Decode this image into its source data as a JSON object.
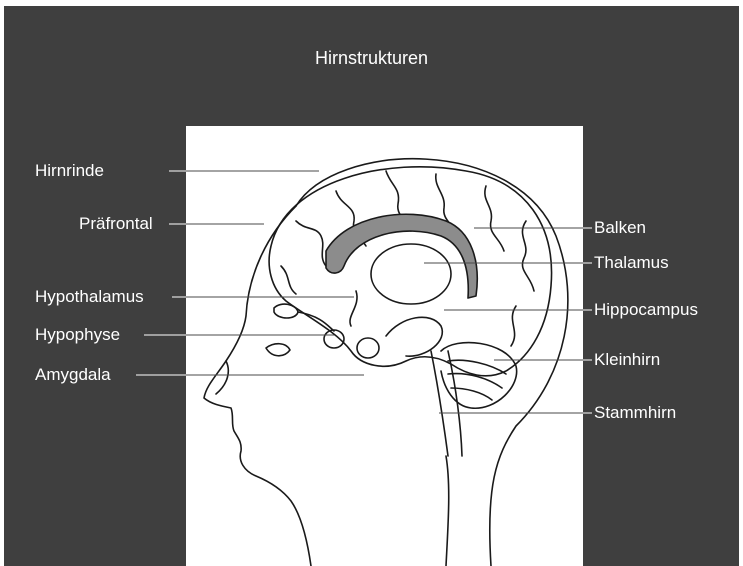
{
  "slide": {
    "title": "Hirnstrukturen",
    "background_color": "#3f3f3f",
    "text_color": "#ffffff",
    "corpus_callosum_fill": "#8c8c8c"
  },
  "labels": {
    "hirnrinde": "Hirnrinde",
    "praefrontal": "Präfrontal",
    "hypothalamus": "Hypothalamus",
    "hypophyse": "Hypophyse",
    "amygdala": "Amygdala",
    "balken": "Balken",
    "thalamus": "Thalamus",
    "hippocampus": "Hippocampus",
    "kleinhirn": "Kleinhirn",
    "stammhirn": "Stammhirn"
  }
}
